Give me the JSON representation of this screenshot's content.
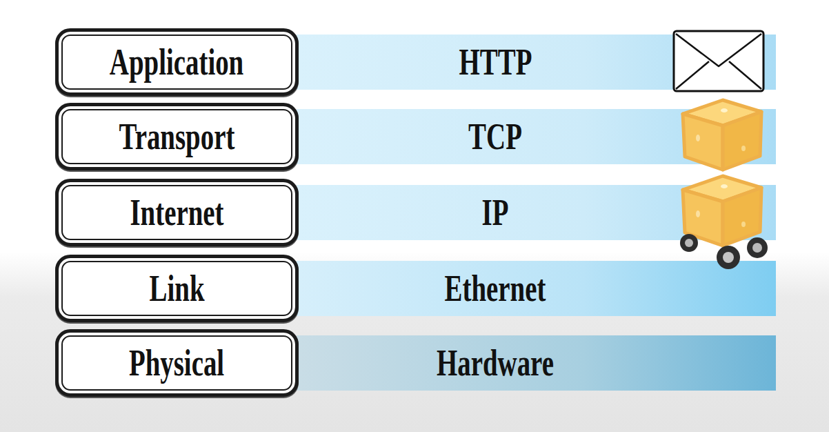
{
  "diagram": {
    "nodes": [
      {
        "text": [
          "Application"
        ]
      },
      {
        "text": [
          "HTTP"
        ]
      },
      {
        "text": [
          "Transport"
        ]
      },
      {
        "text": [
          "TCP"
        ]
      },
      {
        "text": [
          "Internet"
        ]
      },
      {
        "text": [
          "IP"
        ]
      },
      {
        "text": [
          "Link"
        ]
      },
      {
        "text": [
          "Ethernet"
        ]
      },
      {
        "text": [
          "Physical"
        ]
      },
      {
        "text": [
          "Hardware"
        ]
      }
    ]
  }
}
